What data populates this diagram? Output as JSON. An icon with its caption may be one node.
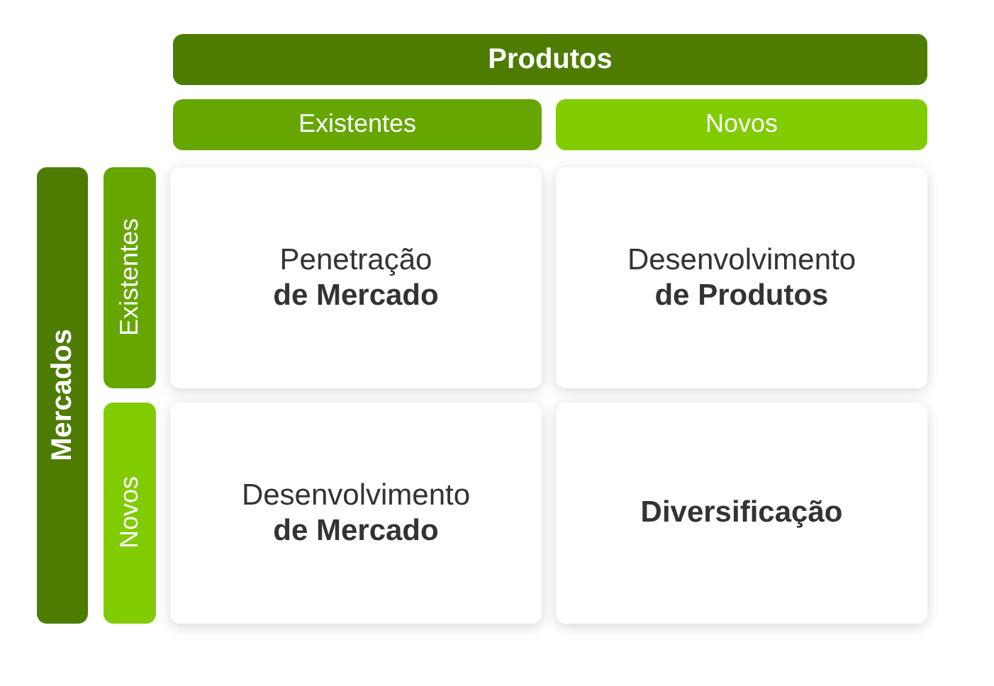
{
  "diagram": {
    "nodes": [
      {
        "text": [
          "Produtos"
        ]
      },
      {
        "text": [
          "Existentes"
        ]
      },
      {
        "text": [
          "Novos"
        ]
      },
      {
        "text": [
          "Mercados"
        ]
      },
      {
        "text": [
          "Existentes"
        ]
      },
      {
        "text": [
          "Penetração **de Mercado**"
        ]
      },
      {
        "text": [
          "Desenvolvimento **de Produtos**"
        ]
      },
      {
        "text": [
          "Novos"
        ]
      },
      {
        "text": [
          "Desenvolvimento **de Mercado**"
        ]
      },
      {
        "text": [
          "Diversificação"
        ]
      }
    ]
  }
}
